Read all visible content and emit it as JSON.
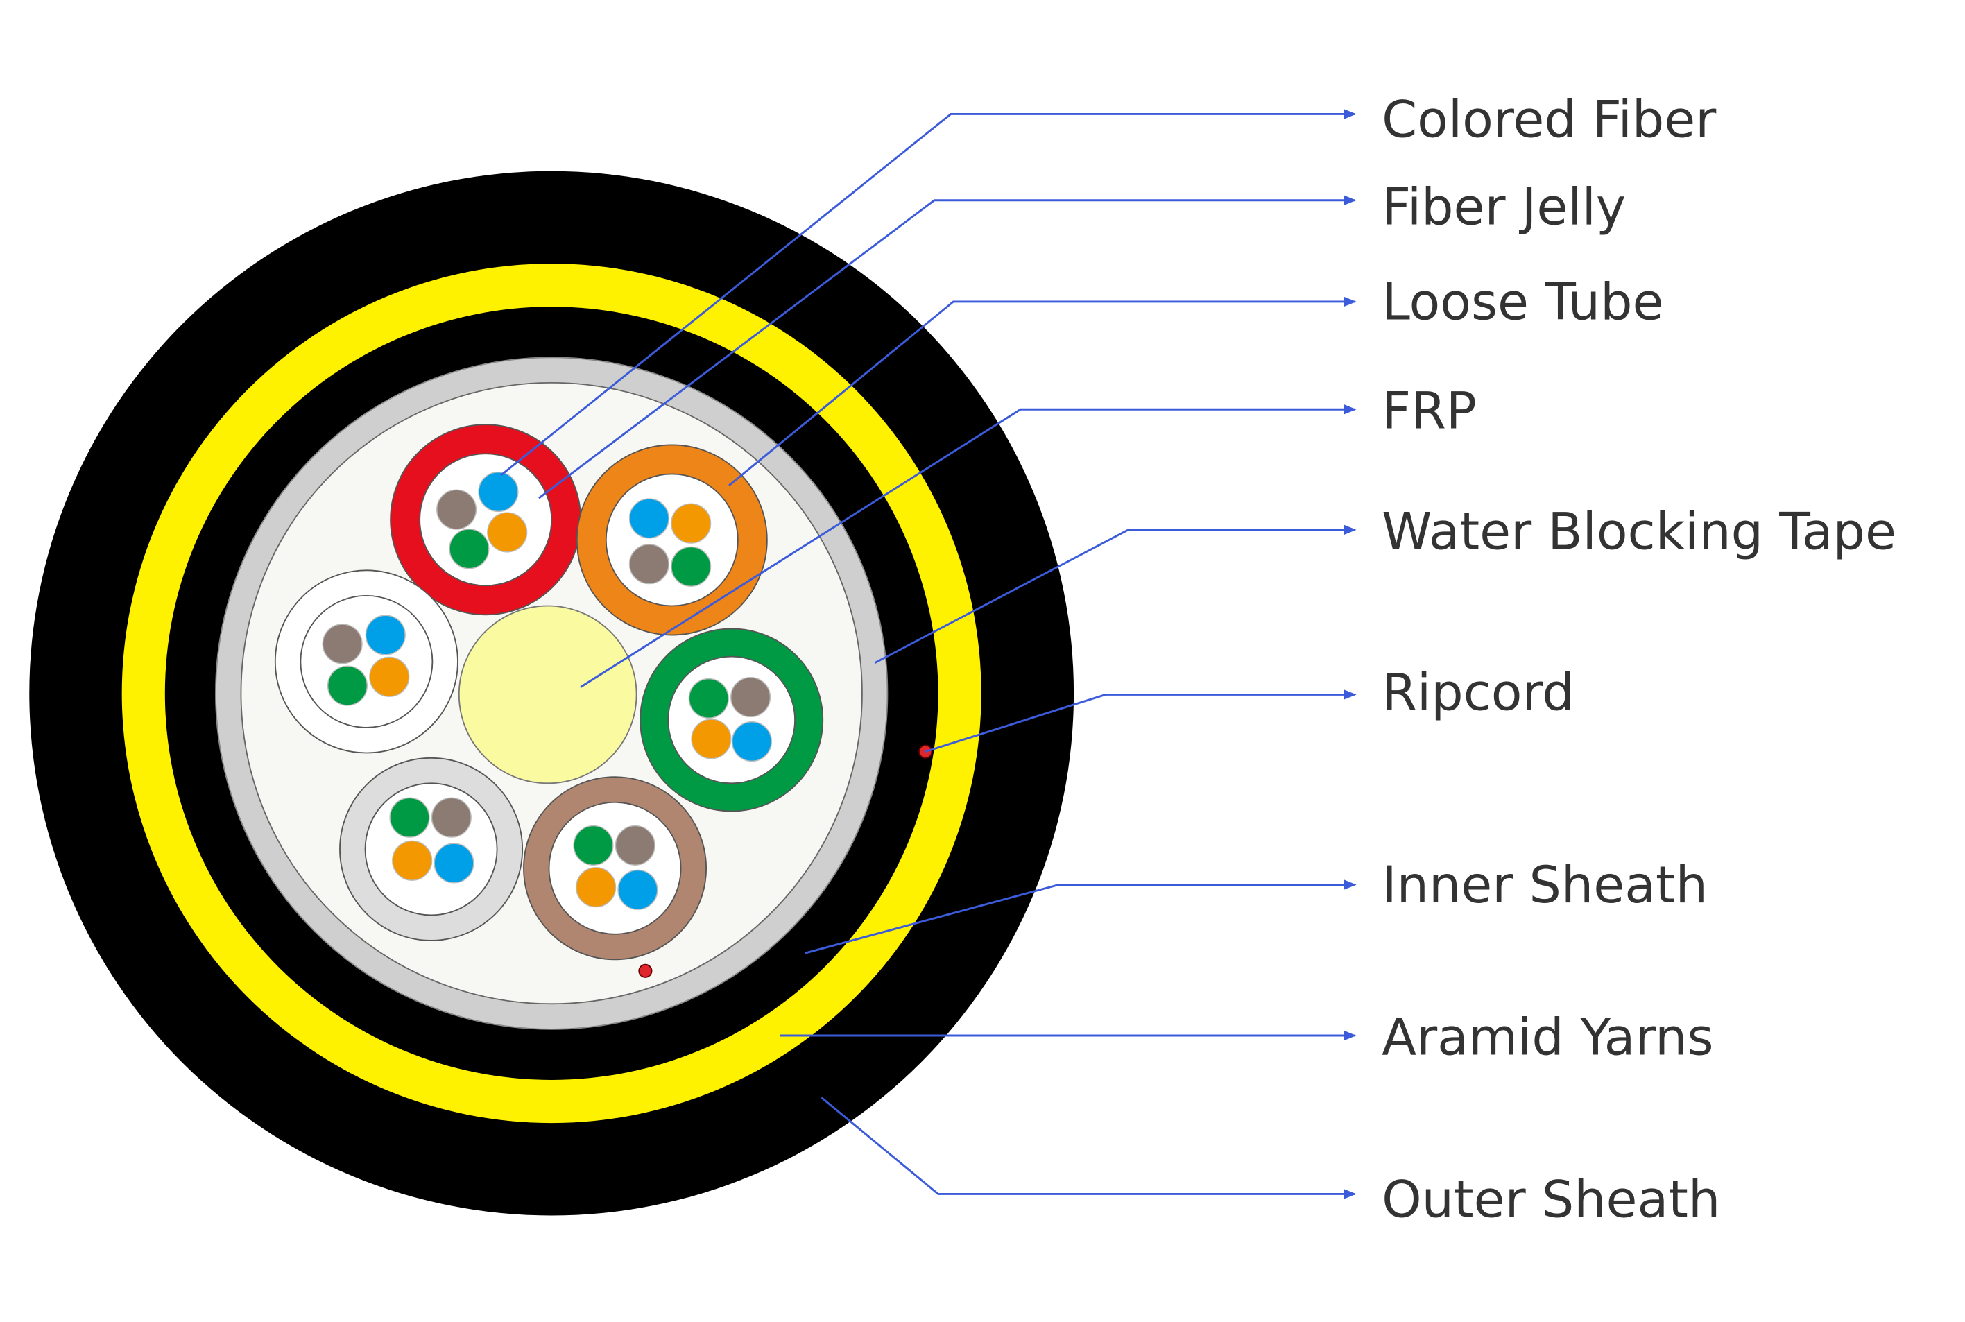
{
  "title": "Fiber optic cable cross-section",
  "labels": {
    "colored_fiber": "Colored Fiber",
    "fiber_jelly": "Fiber Jelly",
    "loose_tube": "Loose Tube",
    "frp": "FRP",
    "water_blocking_tape": "Water Blocking Tape",
    "ripcord": "Ripcord",
    "inner_sheath": "Inner Sheath",
    "aramid_yarns": "Aramid Yarns",
    "outer_sheath": "Outer Sheath"
  },
  "colors": {
    "outer_sheath": "#000000",
    "aramid_yarns": "#fff200",
    "inner_sheath": "#000000",
    "water_blocking_tape": "#cfcfcf",
    "fiber_jelly": "#f7f8f4",
    "frp": "#fafaa0",
    "leader_line": "#3b5bdb",
    "ripcord": "#e0262d",
    "fiber_blue": "#00a0e9",
    "fiber_orange": "#f39800",
    "fiber_green": "#009944",
    "fiber_brown": "#8c7b72",
    "tube_red": "#e60f1e",
    "tube_orange": "#ee8518",
    "tube_green": "#009944",
    "tube_brown": "#b08670",
    "tube_gray": "#dddddd",
    "tube_white": "#ffffff"
  }
}
